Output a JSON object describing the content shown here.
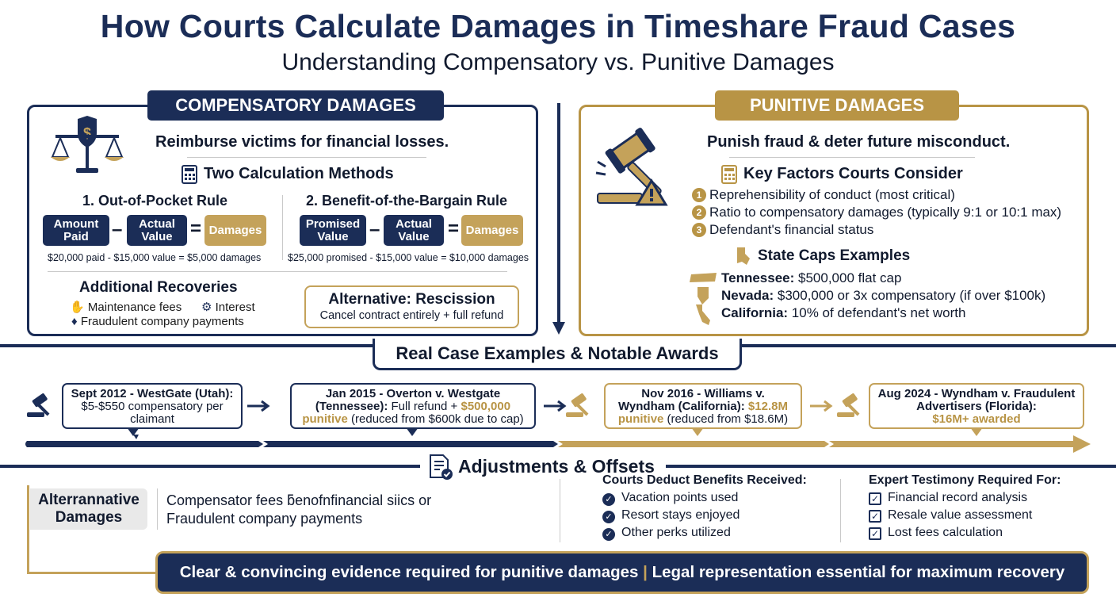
{
  "title": "How Courts Calculate Damages in Timeshare Fraud Cases",
  "subtitle": "Understanding Compensatory vs. Punitive Damages",
  "compensatory": {
    "tab": "COMPENSATORY DAMAGES",
    "purpose": "Reimburse victims for financial losses.",
    "methods_title": "Two Calculation Methods",
    "method1": {
      "title": "1. Out-of-Pocket Rule",
      "box1": "Amount Paid",
      "box2": "Actual Value",
      "result": "Damages",
      "example": "$20,000 paid - $15,000 value = $5,000 damages"
    },
    "method2": {
      "title": "2. Benefit-of-the-Bargain Rule",
      "box1": "Promised Value",
      "box2": "Actual Value",
      "result": "Damages",
      "example": "$25,000 promised - $15,000 value = $10,000 damages"
    },
    "recoveries_title": "Additional Recoveries",
    "recoveries": [
      "Maintenance fees",
      "Interest",
      "Fraudulent company payments"
    ],
    "rescission_title": "Alternative: Rescission",
    "rescission_text": "Cancel contract entirely + full refund"
  },
  "punitive": {
    "tab": "PUNITIVE DAMAGES",
    "purpose": "Punish fraud & deter future misconduct.",
    "factors_title": "Key Factors Courts Consider",
    "factors": [
      "Reprehensibility of conduct (most critical)",
      "Ratio to compensatory damages (typically 9:1 or 10:1 max)",
      "Defendant's financial status"
    ],
    "caps_title": "State Caps Examples",
    "caps": [
      {
        "state": "Tennessee:",
        "text": "$500,000 flat cap"
      },
      {
        "state": "Nevada:",
        "text": "$300,000 or 3x compensatory (if over $100k)"
      },
      {
        "state": "California:",
        "text": "10% of defendant's net worth"
      }
    ]
  },
  "cases": {
    "title": "Real Case Examples & Notable Awards",
    "items": [
      {
        "line1": "Sept 2012 - WestGate (Utah):",
        "line2": "$5-$550 compensatory per",
        "line3": "claimant"
      },
      {
        "line1": "Jan 2015 - Overton v. Westgate",
        "line2a": "(Tennessee):",
        "line2b": " Full refund + ",
        "line2c": "$500,000",
        "line3a": "punitive",
        "line3b": " (reduced from $600k due to cap)"
      },
      {
        "line1": "Nov 2016 - Williams v.",
        "line2a": "Wyndham (California):",
        "line2b": " $12.8M",
        "line3a": "punitive",
        "line3b": " (reduced from $18.6M)"
      },
      {
        "line1": "Aug 2024 - Wyndham v. Fraudulent",
        "line2": "Advertisers (Florida):",
        "line3": "$16M+ awarded"
      }
    ]
  },
  "adjustments": {
    "title": "Adjustments & Offsets",
    "alt_label_line1": "Alterrannative",
    "alt_label_line2": "Damages",
    "alt_text_line1": "Compensator fees ƃenofnfinancial siics or",
    "alt_text_line2": "Fraudulent company payments",
    "deduct_title": "Courts Deduct Benefits Received:",
    "deduct_items": [
      "Vacation points used",
      "Resort stays enjoyed",
      "Other perks utilized"
    ],
    "expert_title": "Expert Testimony Required For:",
    "expert_items": [
      "Financial record analysis",
      "Resale value assessment",
      "Lost fees calculation"
    ]
  },
  "footer": {
    "left": "Clear & convincing evidence required for punitive damages",
    "sep": "|",
    "right": "Legal representation essential for maximum recovery"
  },
  "colors": {
    "navy": "#1b2d57",
    "gold": "#b89445"
  }
}
